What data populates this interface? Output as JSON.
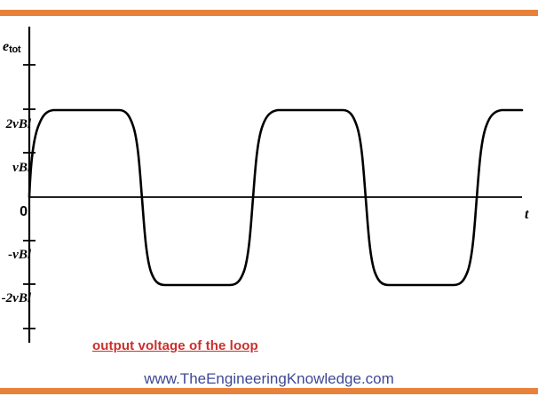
{
  "figure": {
    "background_color": "#ffffff",
    "rule_color": "#e8813a",
    "caption": "output voltage of the loop",
    "caption_color": "#c9302c",
    "site_url": "www.TheEngineeringKnowledge.com",
    "site_url_color": "#3f4896"
  },
  "axes": {
    "y_axis_label": "e",
    "y_axis_label_sub": "tot",
    "x_axis_label": "t",
    "tick_labels": {
      "plus_two": "2vBl",
      "plus_one": "vBl",
      "zero": "0",
      "minus_one": "-vBl",
      "minus_two": "-2vBl"
    }
  },
  "chart_data": {
    "type": "line",
    "title": "output voltage of the loop",
    "xlabel": "t",
    "ylabel": "e_tot",
    "grid": false,
    "legend": null,
    "ylim": [
      -3,
      3
    ],
    "xlim": [
      0,
      10.6
    ],
    "ytick_values": [
      3,
      2,
      1,
      0,
      -1,
      -2,
      -3
    ],
    "ytick_labels": [
      "",
      "2vBl",
      "vBl",
      "0",
      "-vBl",
      "-2vBl",
      ""
    ],
    "xtick_values": [],
    "xtick_labels": [],
    "waveform": "trapezoidal-square",
    "amplitude": 2,
    "amplitude_label": "2vBl",
    "period": 4.6,
    "series": [
      {
        "name": "e_tot",
        "color": "#000000",
        "linewidth": 2.4,
        "points": [
          [
            0.0,
            0.0
          ],
          [
            0.12,
            0.9
          ],
          [
            0.25,
            1.6
          ],
          [
            0.4,
            1.92
          ],
          [
            0.6,
            2.0
          ],
          [
            2.05,
            2.0
          ],
          [
            2.2,
            1.95
          ],
          [
            2.35,
            1.6
          ],
          [
            2.5,
            0.6
          ],
          [
            2.62,
            0.0
          ],
          [
            2.75,
            -0.8
          ],
          [
            2.9,
            -1.6
          ],
          [
            3.05,
            -1.92
          ],
          [
            3.25,
            -2.0
          ],
          [
            4.7,
            -2.0
          ],
          [
            4.85,
            -1.95
          ],
          [
            5.0,
            -1.6
          ],
          [
            5.15,
            -0.6
          ],
          [
            5.3,
            0.0
          ],
          [
            5.42,
            0.8
          ],
          [
            5.55,
            1.6
          ],
          [
            5.72,
            1.92
          ],
          [
            5.9,
            2.0
          ],
          [
            7.35,
            2.0
          ],
          [
            7.5,
            1.95
          ],
          [
            7.65,
            1.6
          ],
          [
            7.8,
            0.6
          ],
          [
            7.95,
            0.0
          ],
          [
            8.08,
            -0.8
          ],
          [
            8.22,
            -1.6
          ],
          [
            8.38,
            -1.92
          ],
          [
            8.55,
            -2.0
          ],
          [
            9.95,
            -2.0
          ],
          [
            10.1,
            -1.95
          ],
          [
            10.25,
            -1.6
          ],
          [
            10.4,
            -0.6
          ],
          [
            10.52,
            0.0
          ],
          [
            10.65,
            0.8
          ],
          [
            10.8,
            1.6
          ],
          [
            10.95,
            1.92
          ],
          [
            11.1,
            2.0
          ],
          [
            12.6,
            2.0
          ]
        ]
      }
    ]
  }
}
